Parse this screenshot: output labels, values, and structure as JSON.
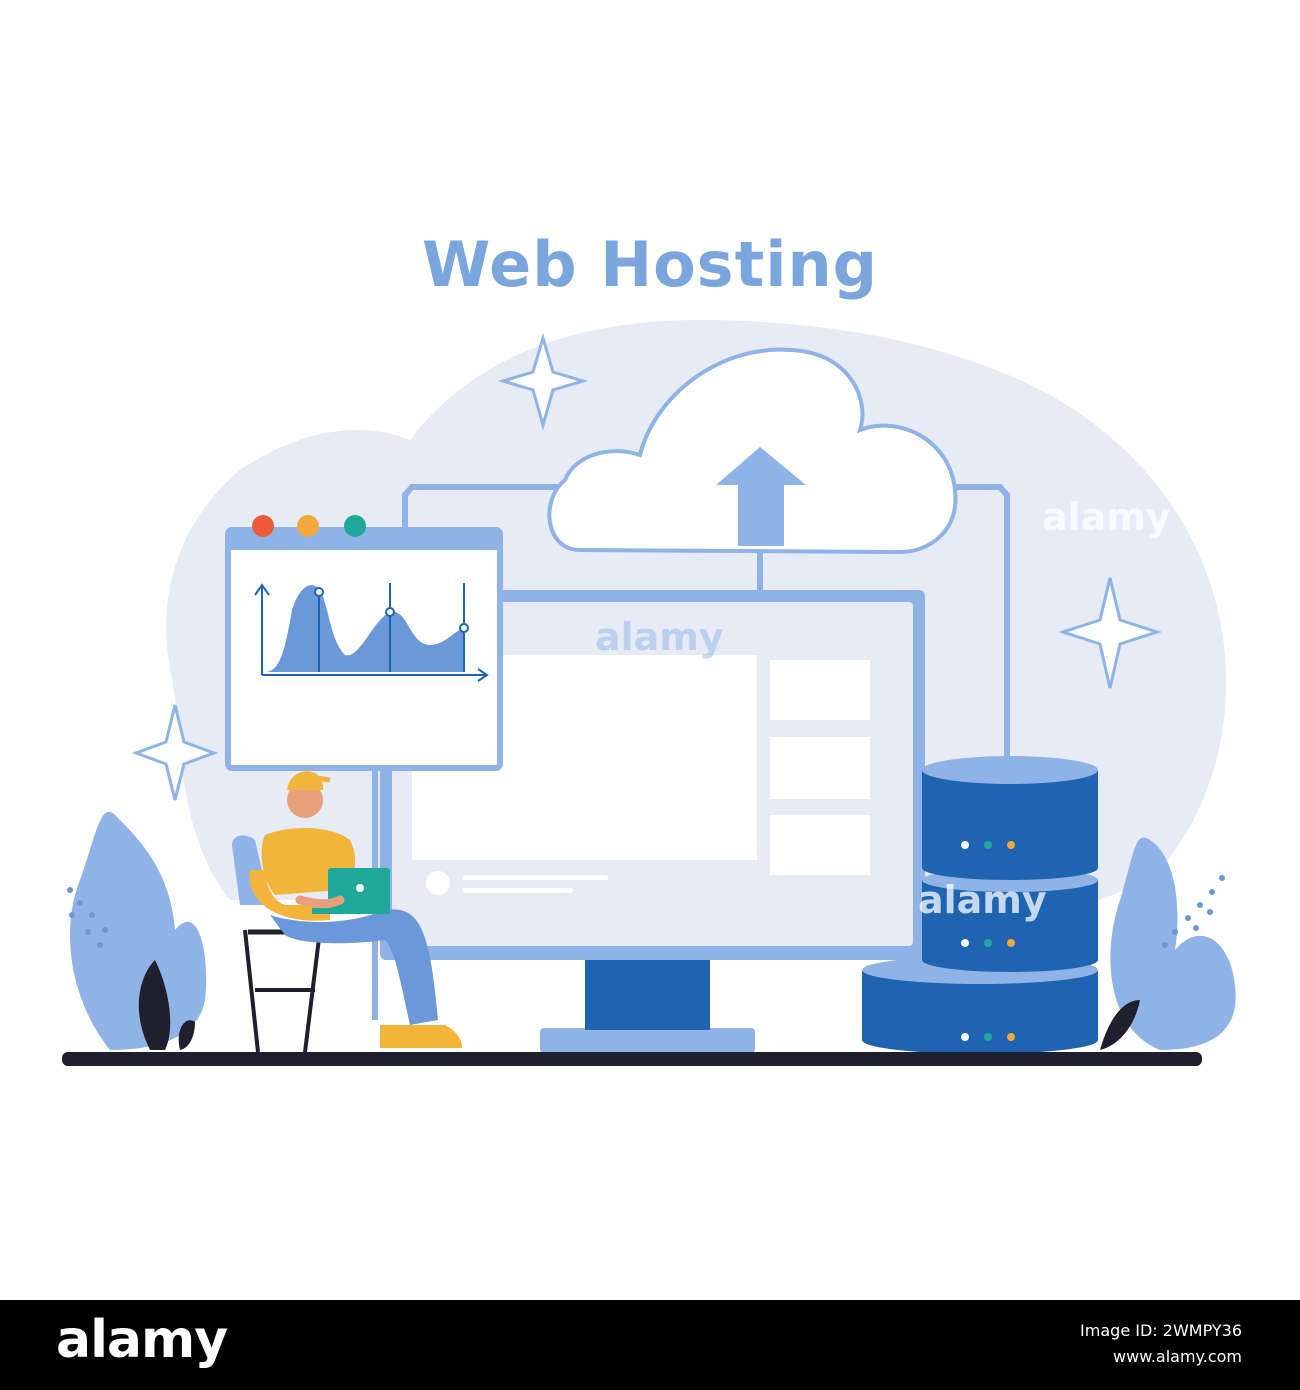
{
  "title": "Web Hosting",
  "colors": {
    "title": "#7aa6dd",
    "background_blob": "#e6ebf6",
    "light_blue": "#8fb3e6",
    "mid_blue": "#6b98d8",
    "dark_blue": "#1f64b1",
    "ground": "#1f1f2e",
    "shirt": "#f2b43b",
    "dot_red": "#ef5b3a",
    "dot_orange": "#f2a93b",
    "dot_teal": "#1fa99a"
  },
  "icons": [
    "cloud-upload-icon",
    "analytics-chart-icon",
    "monitor-icon",
    "database-icon",
    "sparkle-icon",
    "person-with-laptop",
    "plant-decoration"
  ],
  "watermark": "alamy",
  "footer": {
    "logo": "alamy",
    "image_id_line1": "Image ID: 2WMPY36",
    "image_id_line2": "www.alamy.com"
  }
}
